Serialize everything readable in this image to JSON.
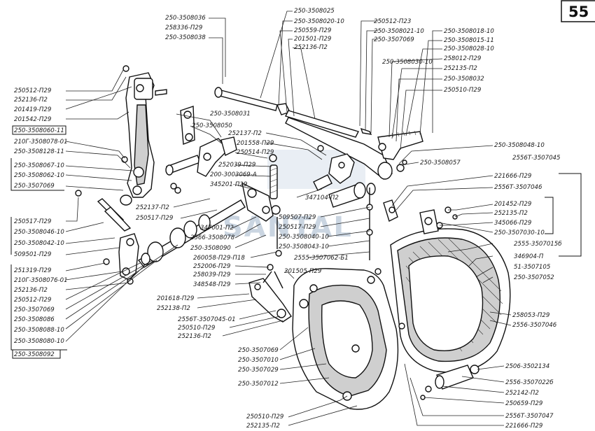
{
  "page_number": "55",
  "watermark": "SANTAL",
  "labels": [
    "250-3508036",
    "258336-П29",
    "250-3508038",
    "250512-П29",
    "252136-П2",
    "201419-П29",
    "201542-П29",
    "250-3508060-11",
    "210Г-3508078-01",
    "250-3508128-11",
    "250-3508067-10",
    "250-3508062-10",
    "250-3507069",
    "250517-П29",
    "250-3508046-10",
    "250-3508042-10",
    "509501-П29",
    "251319-П29",
    "210Г-3508076-01",
    "252136-П2",
    "250512-П29",
    "250-3507069",
    "250-3508086",
    "250-3508088-10",
    "250-3508080-10",
    "250-3508092",
    "250-3508025",
    "250-3508020-10",
    "250559-П29",
    "201501-П29",
    "252136-П2",
    "250512-П23",
    "250-3508021-10",
    "250-3507069",
    "250-3508018-10",
    "250-3508015-11",
    "250-3508028-10",
    "250-3508030-10",
    "258012-П29",
    "252135-П2",
    "250-3508032",
    "250510-П29",
    "250-3508031",
    "250-3508050",
    "252137-П2",
    "201558-П29",
    "250514-П29",
    "252039-П29",
    "200-3003069-А",
    "345201-П29",
    "347104-П2",
    "250-3508057",
    "250-3508048-10",
    "2556Т-3507045",
    "221666-П29",
    "2556Т-3507046",
    "201452-П29",
    "252135-П2",
    "345066-П29",
    "250-3507030-10",
    "2555-3507015б",
    "346904-П",
    "51-3507105",
    "250-3507052",
    "258053-П29",
    "2556-3507046",
    "252137-П2",
    "250517-П29",
    "347001-П2",
    "2566-3508078",
    "250-3508090",
    "509507-П29",
    "250517-П29",
    "250-3508040-10",
    "250-3508043-10",
    "2555-3507062-Б1",
    "260058-П29-П18",
    "252006-П29",
    "258039-П29",
    "201505-П29",
    "348548-П29",
    "201618-П29",
    "252138-П2",
    "2556Т-3507045-01",
    "250510-П29",
    "252136-П2",
    "250-3507069",
    "250-3507010",
    "250-3507029",
    "250-3507012",
    "2506-3502134",
    "2556-3507022б",
    "252142-П2",
    "250659-П29",
    "250510-П29",
    "252135-П2",
    "2556Т-3507047",
    "221666-П29"
  ]
}
